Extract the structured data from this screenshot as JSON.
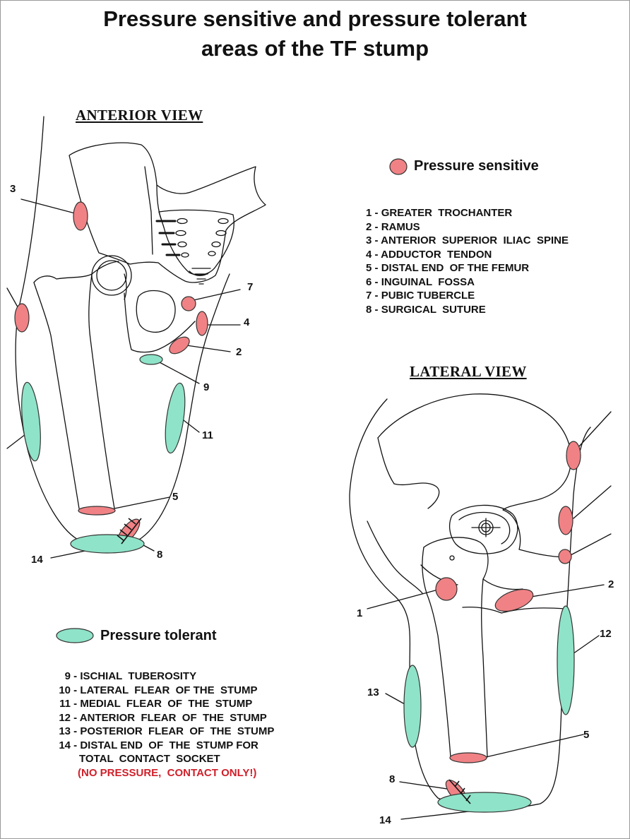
{
  "title": {
    "line1": "Pressure sensitive and pressure tolerant",
    "line2": "areas of the TF stump"
  },
  "anterior_view": {
    "heading": "ANTERIOR VIEW",
    "markers": [
      "3",
      "7",
      "4",
      "2",
      "9",
      "11",
      "5",
      "14",
      "8"
    ]
  },
  "lateral_view": {
    "heading": "LATERAL VIEW",
    "markers": [
      "2",
      "1",
      "12",
      "13",
      "5",
      "8",
      "14"
    ]
  },
  "legend_sensitive": {
    "label": "Pressure sensitive",
    "color": "#f08285",
    "items": [
      {
        "num": "1",
        "text": "GREATER  TROCHANTER"
      },
      {
        "num": "2",
        "text": "RAMUS"
      },
      {
        "num": "3",
        "text": "ANTERIOR  SUPERIOR  ILIAC  SPINE"
      },
      {
        "num": "4",
        "text": "ADDUCTOR  TENDON"
      },
      {
        "num": "5",
        "text": "DISTAL END  OF THE FEMUR"
      },
      {
        "num": "6",
        "text": "INGUINAL  FOSSA"
      },
      {
        "num": "7",
        "text": "PUBIC TUBERCLE"
      },
      {
        "num": "8",
        "text": "SURGICAL  SUTURE"
      }
    ]
  },
  "legend_tolerant": {
    "label": "Pressure tolerant",
    "color": "#8fe3c8",
    "items": [
      {
        "num": "9",
        "text": "ISCHIAL  TUBEROSITY"
      },
      {
        "num": "10",
        "text": "LATERAL  FLEAR  OF THE  STUMP"
      },
      {
        "num": "11",
        "text": "MEDIAL  FLEAR  OF  THE  STUMP"
      },
      {
        "num": "12",
        "text": "ANTERIOR  FLEAR  OF  THE  STUMP"
      },
      {
        "num": "13",
        "text": "POSTERIOR  FLEAR  OF  THE  STUMP"
      },
      {
        "num": "14",
        "text": "DISTAL END  OF  THE  STUMP FOR"
      }
    ],
    "continuation": "TOTAL  CONTACT  SOCKET",
    "note": "(NO PRESSURE,  CONTACT ONLY!)"
  }
}
